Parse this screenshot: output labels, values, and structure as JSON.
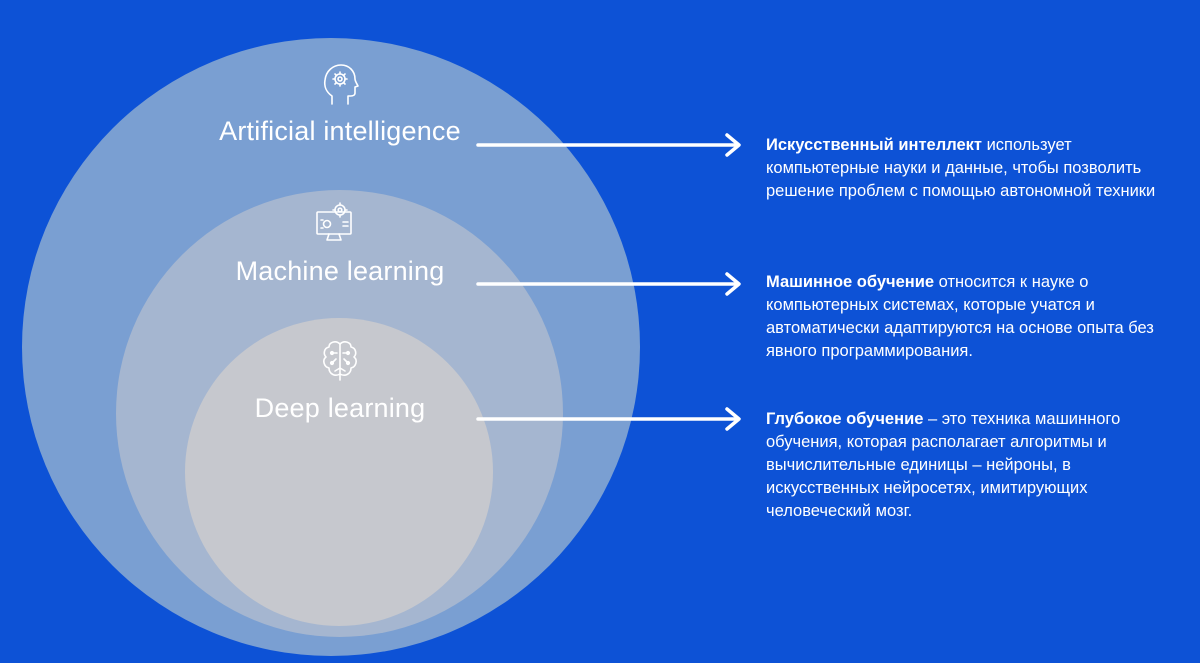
{
  "circles": {
    "ai": {
      "label": "Artificial intelligence",
      "icon": "head-gear-icon"
    },
    "ml": {
      "label": "Machine learning",
      "icon": "computer-gear-icon"
    },
    "dl": {
      "label": "Deep learning",
      "icon": "brain-circuit-icon"
    }
  },
  "descriptions": {
    "ai": {
      "term": "Искусственный интеллект",
      "text": " использует компьютерные науки и данные, чтобы позволить решение проблем с помощью автономной техники"
    },
    "ml": {
      "term": "Машинное обучение",
      "text": " относится к науке о компьютерных системах, которые учатся и автоматически адаптируются на основе опыта без явного программирования."
    },
    "dl": {
      "term": "Глубокое обучение",
      "text": " – это техника машинного обучения, которая располагает алгоритмы и вычислительные единицы – нейроны, в искусственных нейросетях, имитирующих человеческий мозг."
    }
  },
  "colors": {
    "background": "#0d52d6",
    "outer_circle": "#7a9fd2",
    "middle_circle": "#a5b6d0",
    "inner_circle": "#c6c8ce",
    "text": "#ffffff"
  }
}
